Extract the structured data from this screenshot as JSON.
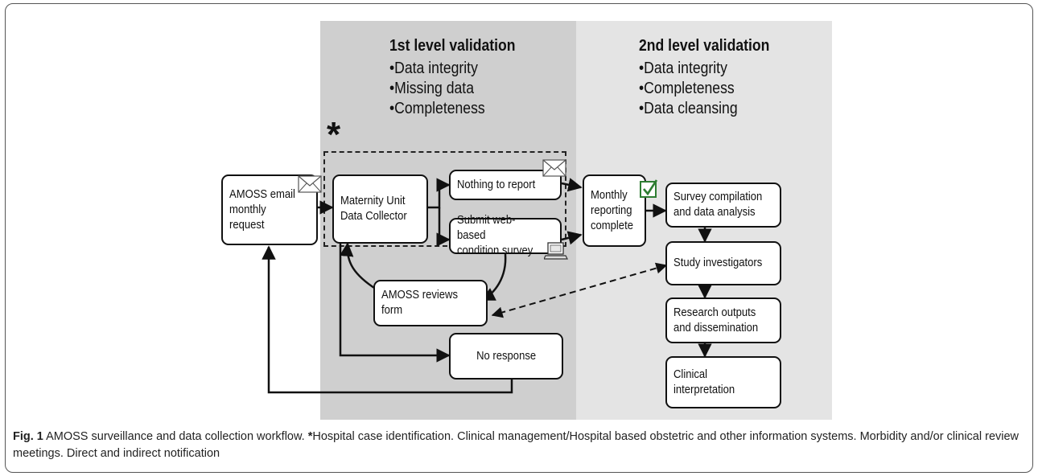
{
  "panels": {
    "level1": {
      "title": "1st level validation",
      "items": [
        "Data integrity",
        "Missing data",
        "Completeness"
      ]
    },
    "level2": {
      "title": "2nd level validation",
      "items": [
        "Data integrity",
        "Completeness",
        "Data cleansing"
      ]
    }
  },
  "asterisk": "*",
  "boxes": {
    "amoss_email": "AMOSS email\nmonthly request",
    "maternity": "Maternity Unit\nData Collector",
    "nothing": "Nothing to report",
    "submit": "Submit web-based\ncondition survey",
    "amoss_reviews": "AMOSS reviews\nform",
    "no_response": "No response",
    "monthly": "Monthly\nreporting\ncomplete",
    "survey": "Survey compilation\nand data analysis",
    "investigators": "Study investigators",
    "research": "Research outputs\nand dissemination",
    "clinical": "Clinical\ninterpretation"
  },
  "icons": {
    "envelope": "envelope-icon",
    "checkmark": "checkmark-icon",
    "laptop": "laptop-icon"
  },
  "colors": {
    "checkmark": "#2e7d32",
    "panel1": "#cfcfcf",
    "panel2": "#e4e4e4"
  },
  "caption": {
    "label": "Fig. 1",
    "text": " AMOSS surveillance and data collection workflow. ",
    "star": "*",
    "note": "Hospital case identification. Clinical management/Hospital based obstetric and other information systems. Morbidity and/or clinical review meetings. Direct and indirect notification"
  }
}
